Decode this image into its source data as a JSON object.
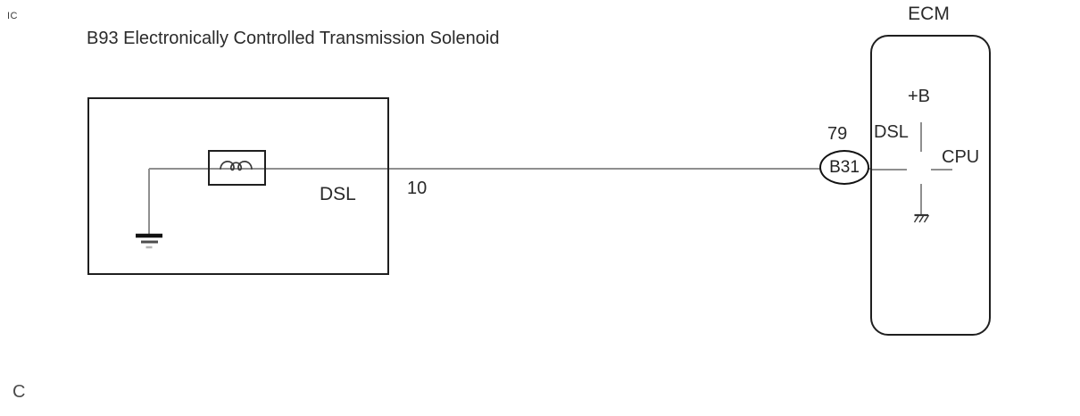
{
  "diagram": {
    "title": "B93 Electronically Controlled Transmission Solenoid",
    "footer_mark": "C",
    "solenoid": {
      "signal_label": "DSL",
      "pin_number": "10"
    },
    "connector": {
      "pin_number": "79",
      "code": "B31"
    },
    "ecm": {
      "label": "ECM",
      "power_label": "+B",
      "signal_label": "DSL",
      "ic_label": "IC",
      "cpu_label": "CPU"
    },
    "colors": {
      "wire": "#8f8f8f",
      "outline": "#1f1f1f",
      "text": "#2a2a2a"
    }
  }
}
